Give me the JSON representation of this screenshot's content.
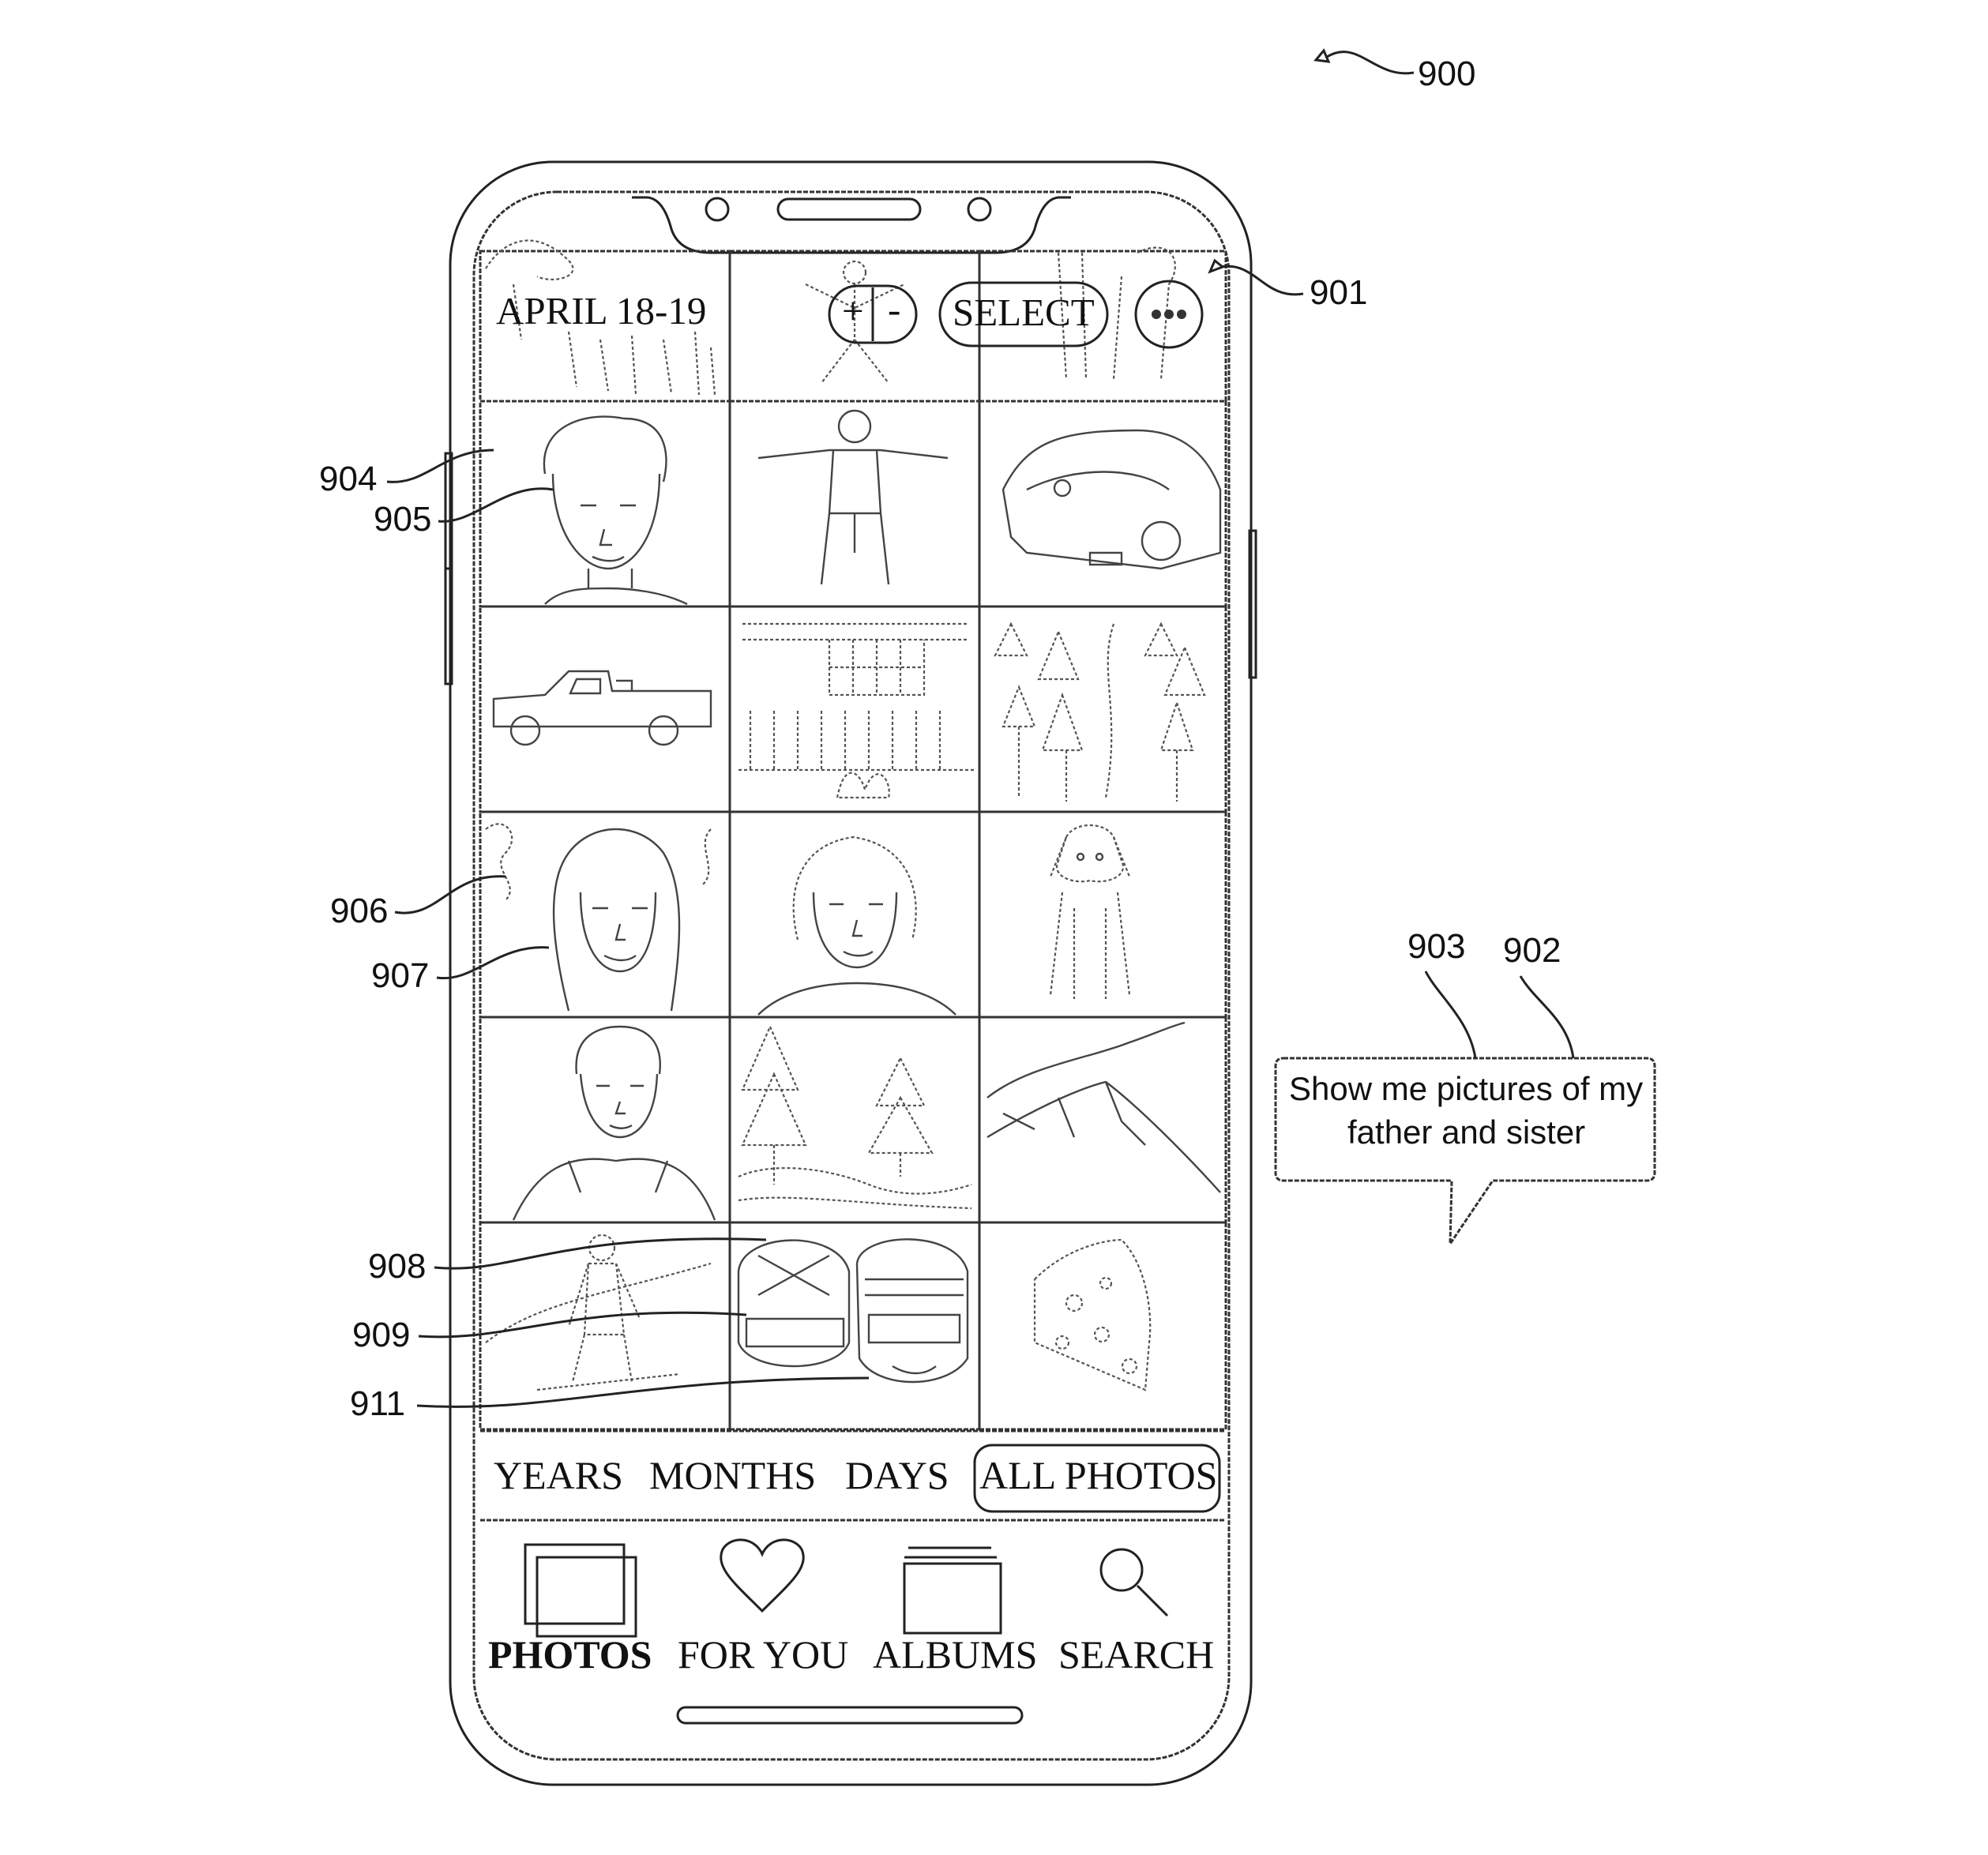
{
  "figure": {
    "number": "900"
  },
  "header": {
    "date_label": "APRIL 18-19",
    "zoom_in_label": "+",
    "zoom_out_label": "-",
    "select_label": "SELECT"
  },
  "view_tabs": [
    "YEARS",
    "MONTHS",
    "DAYS",
    "ALL PHOTOS"
  ],
  "nav_tabs": [
    "PHOTOS",
    "FOR YOU",
    "ALBUMS",
    "SEARCH"
  ],
  "speech_bubble": {
    "line1": "Show me pictures of my",
    "line2": "father and sister"
  },
  "reference_numerals": {
    "r901": "901",
    "r902": "902",
    "r903": "903",
    "r904": "904",
    "r905": "905",
    "r906": "906",
    "r907": "907",
    "r908": "908",
    "r909": "909",
    "r911": "911"
  },
  "photos": [
    "man-portrait",
    "boy-arms-out",
    "car-rear",
    "pickup-truck",
    "building",
    "trees",
    "woman-long-hair",
    "woman-short-hair",
    "dog",
    "man-hoodie",
    "forest-lake",
    "mountain",
    "snowboarder",
    "ski-goggles-pair",
    "cheese"
  ]
}
